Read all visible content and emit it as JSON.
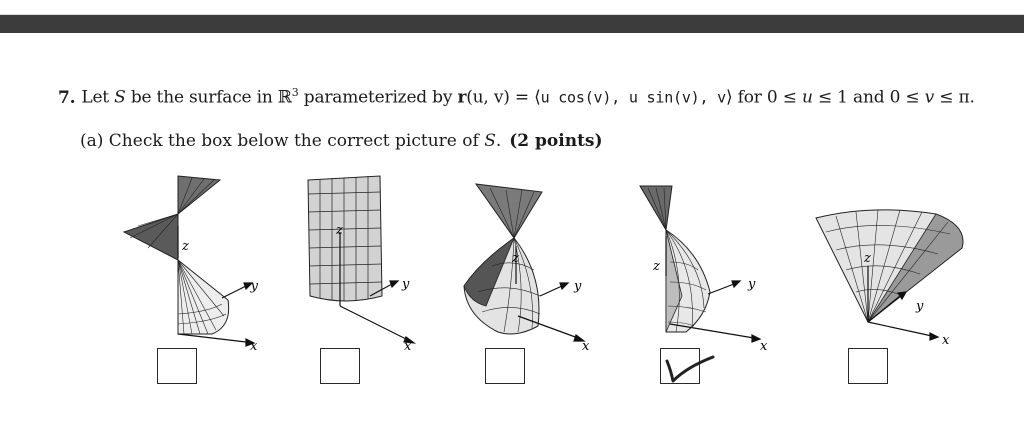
{
  "problem": {
    "number": "7.",
    "text_1": "Let ",
    "S": "S",
    "text_2": " be the surface in ",
    "R": "ℝ",
    "R_sup": "3",
    "text_3": " parameterized by ",
    "r_bold": "r",
    "r_args": "(u, v) = ⟨",
    "components": "u cos(v), u sin(v), v",
    "close": "⟩",
    "text_4": " for 0 ≤ ",
    "u": "u",
    "text_5": " ≤ 1 and 0 ≤ ",
    "v": "v",
    "text_6": " ≤ π."
  },
  "part_a": {
    "label": "(a) Check the box below the correct picture of ",
    "S": "S",
    "period": ".",
    "points": "(2 points)"
  },
  "figures": [
    {
      "z": "z",
      "y": "y",
      "x": "x",
      "checked": false
    },
    {
      "z": "z",
      "y": "y",
      "x": "x",
      "checked": false
    },
    {
      "z": "z",
      "y": "y",
      "x": "x",
      "checked": false
    },
    {
      "z": "z",
      "y": "y",
      "x": "x",
      "checked": true
    },
    {
      "z": "z",
      "y": "y",
      "x": "x",
      "checked": false
    }
  ]
}
